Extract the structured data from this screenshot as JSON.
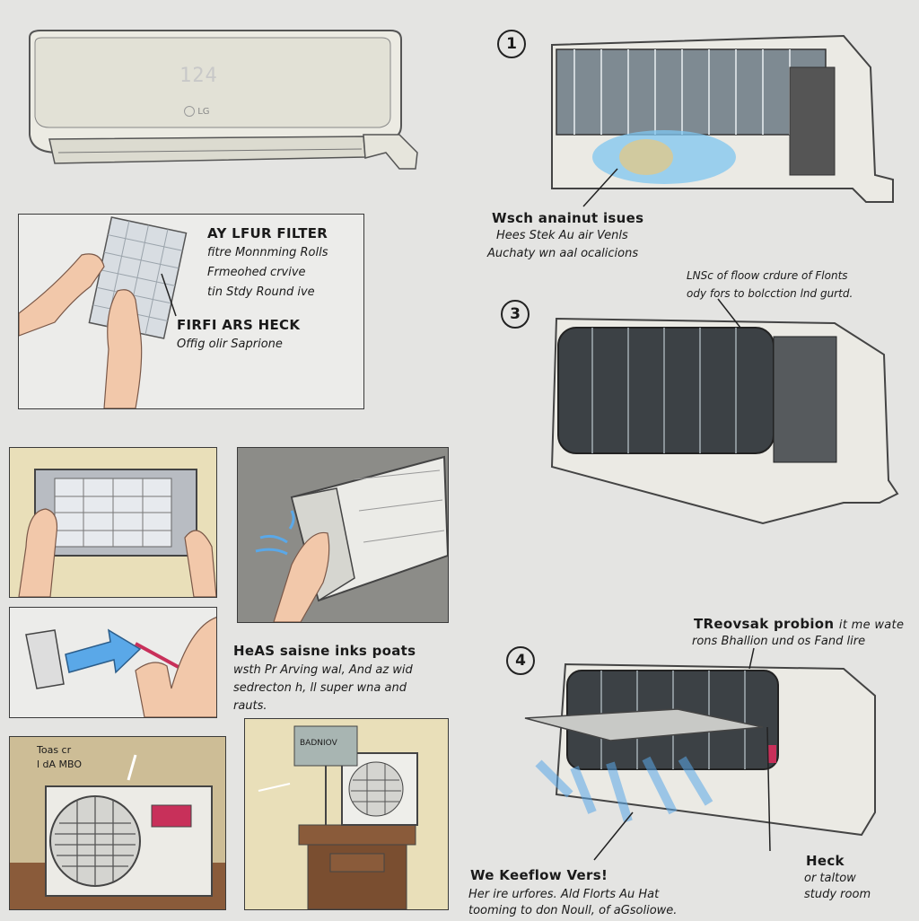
{
  "unit_display": {
    "temperature": "124",
    "brand": "LG"
  },
  "step1": {
    "number": "1",
    "title": "Wsch anainut isues",
    "lines": [
      "Hees Stek Au air Venls",
      "Auchaty wn aal ocalicions"
    ]
  },
  "step2": {
    "lines": [
      "LNSc of floow crdure of Flonts",
      "ody fors to bolcction lnd gurtd."
    ]
  },
  "step3": {
    "number": "3"
  },
  "step4": {
    "number": "4",
    "title": "TReovsak probion",
    "title_suffix": "it me wate",
    "line": "rons Bhallion und os Fand lire"
  },
  "bottom_right": {
    "title": "Heck",
    "lines": [
      "or taltow",
      "study room"
    ]
  },
  "bottom_center": {
    "title": "We Keeflow Vers!",
    "lines": [
      "Her ire urfores. Ald Florts Au Hat",
      "tooming to don Noull, of aGsoliowe."
    ]
  },
  "filter_panel": {
    "title": "AY LFUR FILTER",
    "lines": [
      "fitre Monnming Rolls",
      "Frmeohed crvive",
      "tin Stdy Round ive"
    ],
    "check_title": "FIRFI ARS HECK",
    "check_line": "Offig olir Saprione"
  },
  "vent_panel": {
    "title": "HeAS saisne inks poats",
    "lines": [
      "wsth Pr Arving wal, And az wid",
      "sedrecton h, ll super wna and",
      "rauts."
    ]
  },
  "outdoor_panel": {
    "label_top": "Toas cr",
    "label_bottom": "l dA MBO"
  },
  "sign_panel": {
    "sign_text": "BADNIOV"
  },
  "colors": {
    "background": "#e4e4e2",
    "airflow": "#5aa8e8",
    "panel_beige": "#e9dfb9",
    "panel_grey": "#8c8c88",
    "accent_red": "#c8305a"
  }
}
